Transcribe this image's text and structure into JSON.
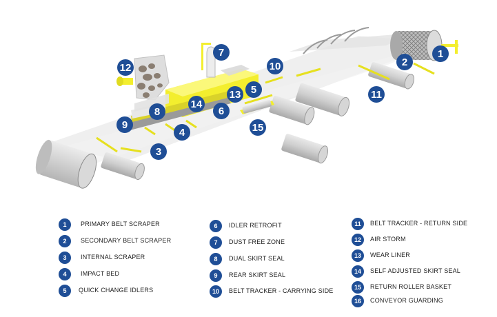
{
  "colors": {
    "marker": "#1f4e96",
    "accent_yellow": "#f3ee2e",
    "roller_gray": "#c9c9c9",
    "belt_gray": "#e6e6e6"
  },
  "markers": [
    "1",
    "2",
    "3",
    "4",
    "5",
    "6",
    "7",
    "8",
    "9",
    "10",
    "11",
    "12",
    "13",
    "14",
    "15"
  ],
  "legend": [
    {
      "num": "1",
      "label": "PRIMARY BELT SCRAPER"
    },
    {
      "num": "2",
      "label": "SECONDARY BELT SCRAPER"
    },
    {
      "num": "3",
      "label": "INTERNAL SCRAPER"
    },
    {
      "num": "4",
      "label": "IMPACT BED"
    },
    {
      "num": "5",
      "label": "QUICK CHANGE IDLERS"
    },
    {
      "num": "6",
      "label": "IDLER RETROFIT"
    },
    {
      "num": "7",
      "label": "DUST FREE ZONE"
    },
    {
      "num": "8",
      "label": "DUAL SKIRT SEAL"
    },
    {
      "num": "9",
      "label": "REAR SKIRT SEAL"
    },
    {
      "num": "10",
      "label": "BELT TRACKER - CARRYING SIDE"
    },
    {
      "num": "11",
      "label": "BELT TRACKER - RETURN SIDE"
    },
    {
      "num": "12",
      "label": "AIR STORM"
    },
    {
      "num": "13",
      "label": "WEAR LINER"
    },
    {
      "num": "14",
      "label": "SELF ADJUSTED SKIRT SEAL"
    },
    {
      "num": "15",
      "label": "RETURN ROLLER BASKET"
    },
    {
      "num": "16",
      "label": "CONVEYOR GUARDING"
    }
  ]
}
